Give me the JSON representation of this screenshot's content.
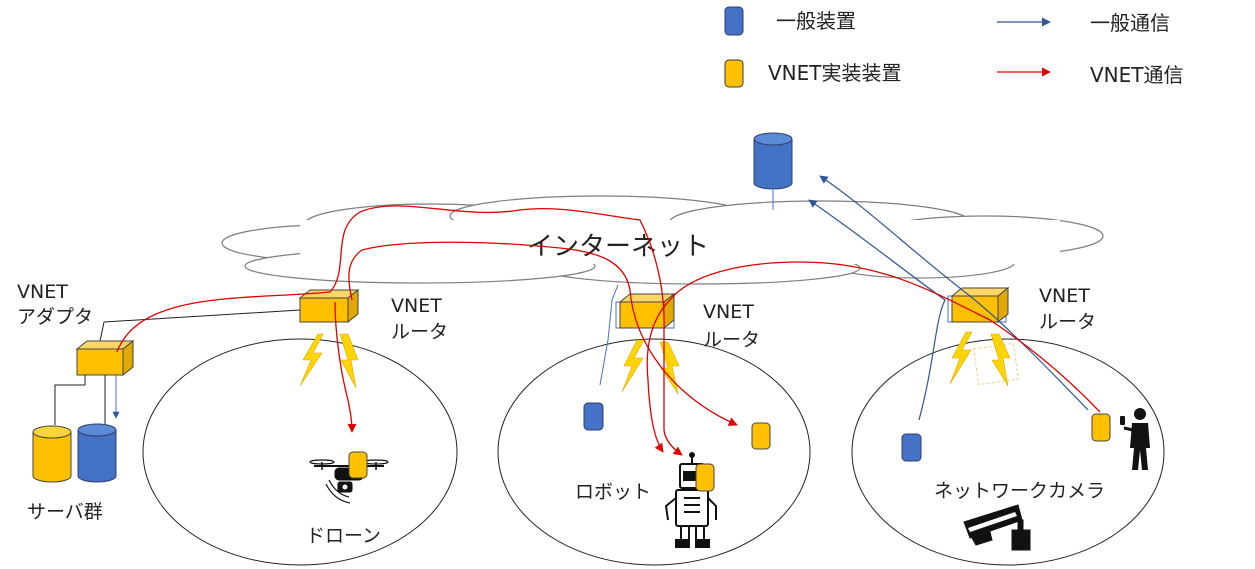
{
  "legend": {
    "general_device": "一般装置",
    "vnet_device": "VNET実装装置",
    "general_comm": "一般通信",
    "vnet_comm": "VNET通信"
  },
  "cloud": {
    "label": "インターネット"
  },
  "adapter": {
    "label_line1": "VNET",
    "label_line2": "アダプタ"
  },
  "routers": [
    {
      "line1": "VNET",
      "line2": "ルータ"
    },
    {
      "line1": "VNET",
      "line2": "ルータ"
    },
    {
      "line1": "VNET",
      "line2": "ルータ"
    }
  ],
  "servers": {
    "label": "サーバ群"
  },
  "devices": {
    "drone": "ドローン",
    "robot": "ロボット",
    "camera": "ネットワークカメラ"
  },
  "colors": {
    "general_blue": "#4472c4",
    "vnet_yellow": "#ffc000",
    "general_line": "#2f5597",
    "vnet_line": "#e00000",
    "lightning": "#ffd400"
  },
  "icons": [
    "drone-icon",
    "robot-icon",
    "person-icon",
    "security-camera-icon",
    "lightning-icon",
    "cloud-icon"
  ]
}
